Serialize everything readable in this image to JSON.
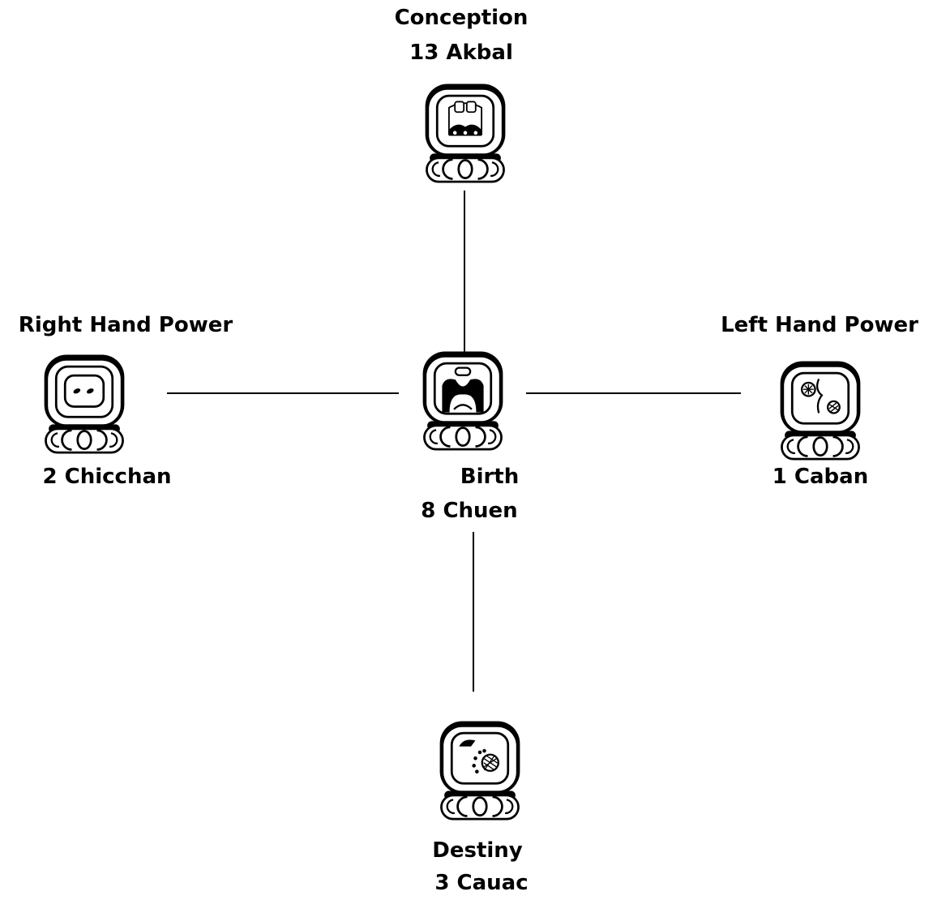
{
  "positions": {
    "conception": {
      "role": "Conception",
      "sign": "13 Akbal",
      "glyph": "akbal-glyph"
    },
    "right_hand_power": {
      "role": "Right Hand Power",
      "sign": "2 Chicchan",
      "glyph": "chicchan-glyph"
    },
    "birth": {
      "role": "Birth",
      "sign": "8 Chuen",
      "glyph": "chuen-glyph"
    },
    "left_hand_power": {
      "role": "Left Hand Power",
      "sign": "1 Caban",
      "glyph": "caban-glyph"
    },
    "destiny": {
      "role": "Destiny",
      "sign": "3 Cauac",
      "glyph": "cauac-glyph"
    }
  },
  "colors": {
    "ink": "#000000",
    "paper": "#ffffff"
  }
}
